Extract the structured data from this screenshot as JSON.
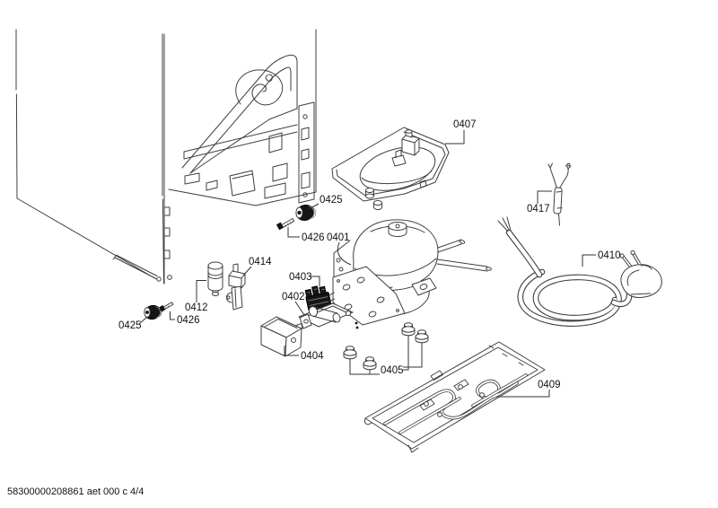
{
  "diagram": {
    "part_labels": [
      {
        "text": "0407"
      },
      {
        "text": "0425"
      },
      {
        "text": "0426"
      },
      {
        "text": "0401"
      },
      {
        "text": "0414"
      },
      {
        "text": "0403"
      },
      {
        "text": "0402"
      },
      {
        "text": "0412"
      },
      {
        "text": "0426"
      },
      {
        "text": "0425"
      },
      {
        "text": "0404"
      },
      {
        "text": "0405"
      },
      {
        "text": "0417"
      },
      {
        "text": "0410"
      },
      {
        "text": "0409"
      }
    ],
    "footer": {
      "doc_ref": "58300000208861 aet 000 c 4/4"
    },
    "colors": {
      "line": "#3f3f3f",
      "dark_fill": "#161616",
      "background": "#ffffff"
    }
  }
}
